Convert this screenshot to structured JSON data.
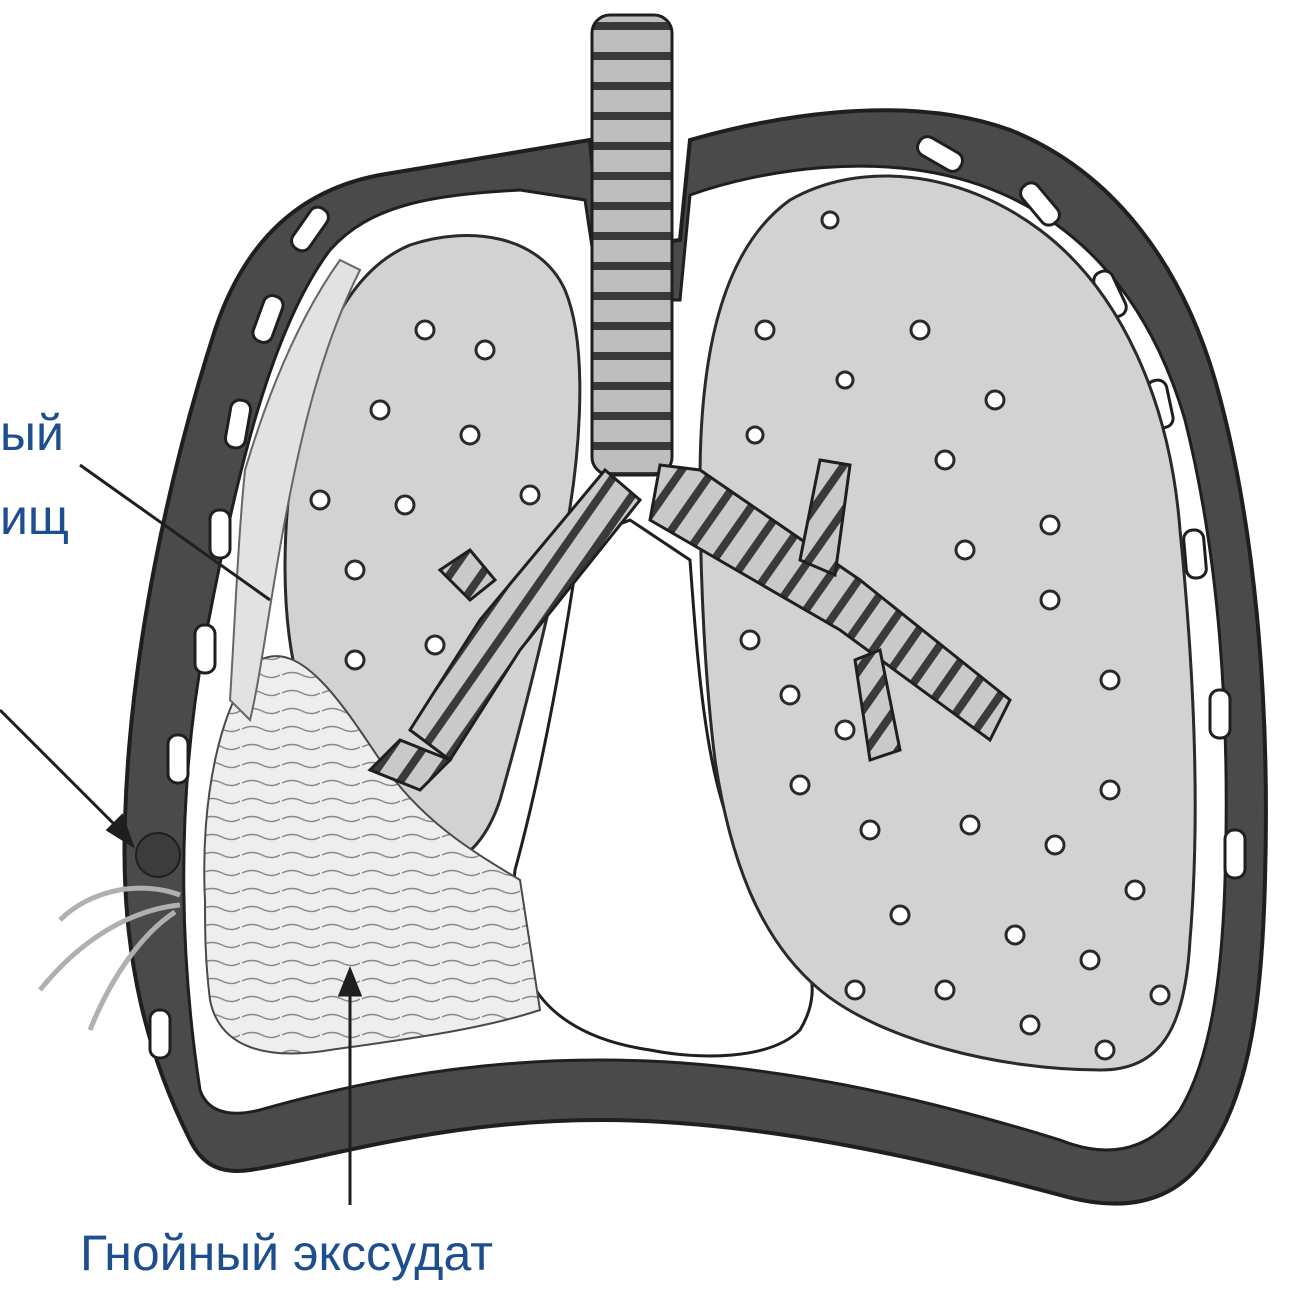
{
  "labels": {
    "left_top_fragment": "ый",
    "left_second_fragment": "ищ",
    "bottom": "Гнойный экссудат"
  },
  "colors": {
    "label": "#1d4f8f",
    "outline": "#2a2a2a",
    "chest_wall": "#4a4a4a",
    "lung_fill": "#d2d2d2",
    "exudate_fill": "#ececec",
    "background": "#ffffff"
  }
}
